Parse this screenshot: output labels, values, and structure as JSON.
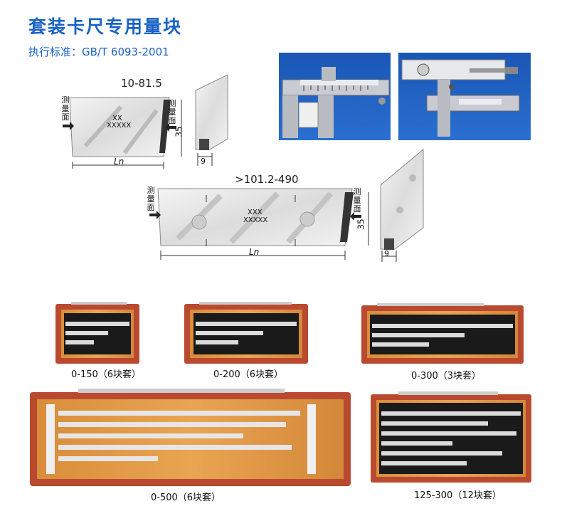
{
  "header": {
    "title": "套装卡尺专用量块",
    "standard": "执行标准：GB/T 6093-2001"
  },
  "diagram_small": {
    "range": "10-81.5",
    "face_label": "测\n量\n面",
    "face_label_right": "测\n量\n面",
    "height": "35",
    "thickness": "9",
    "length_symbol": "Ln",
    "marking_1": "XX",
    "marking_2": "XXXXX"
  },
  "diagram_large": {
    "range": ">101.2-490",
    "face_label": "测\n量\n面",
    "face_label_right": "测\n量\n面",
    "height": "35",
    "thickness": "9",
    "length_symbol": "Ln",
    "marking_1": "XXX",
    "marking_2": "XXXXX"
  },
  "kits": [
    {
      "caption": "0-150（6块套）"
    },
    {
      "caption": "0-200（6块套）"
    },
    {
      "caption": "0-300（3块套）"
    },
    {
      "caption": "0-500（6块套）"
    },
    {
      "caption": "125-300（12块套）"
    }
  ]
}
